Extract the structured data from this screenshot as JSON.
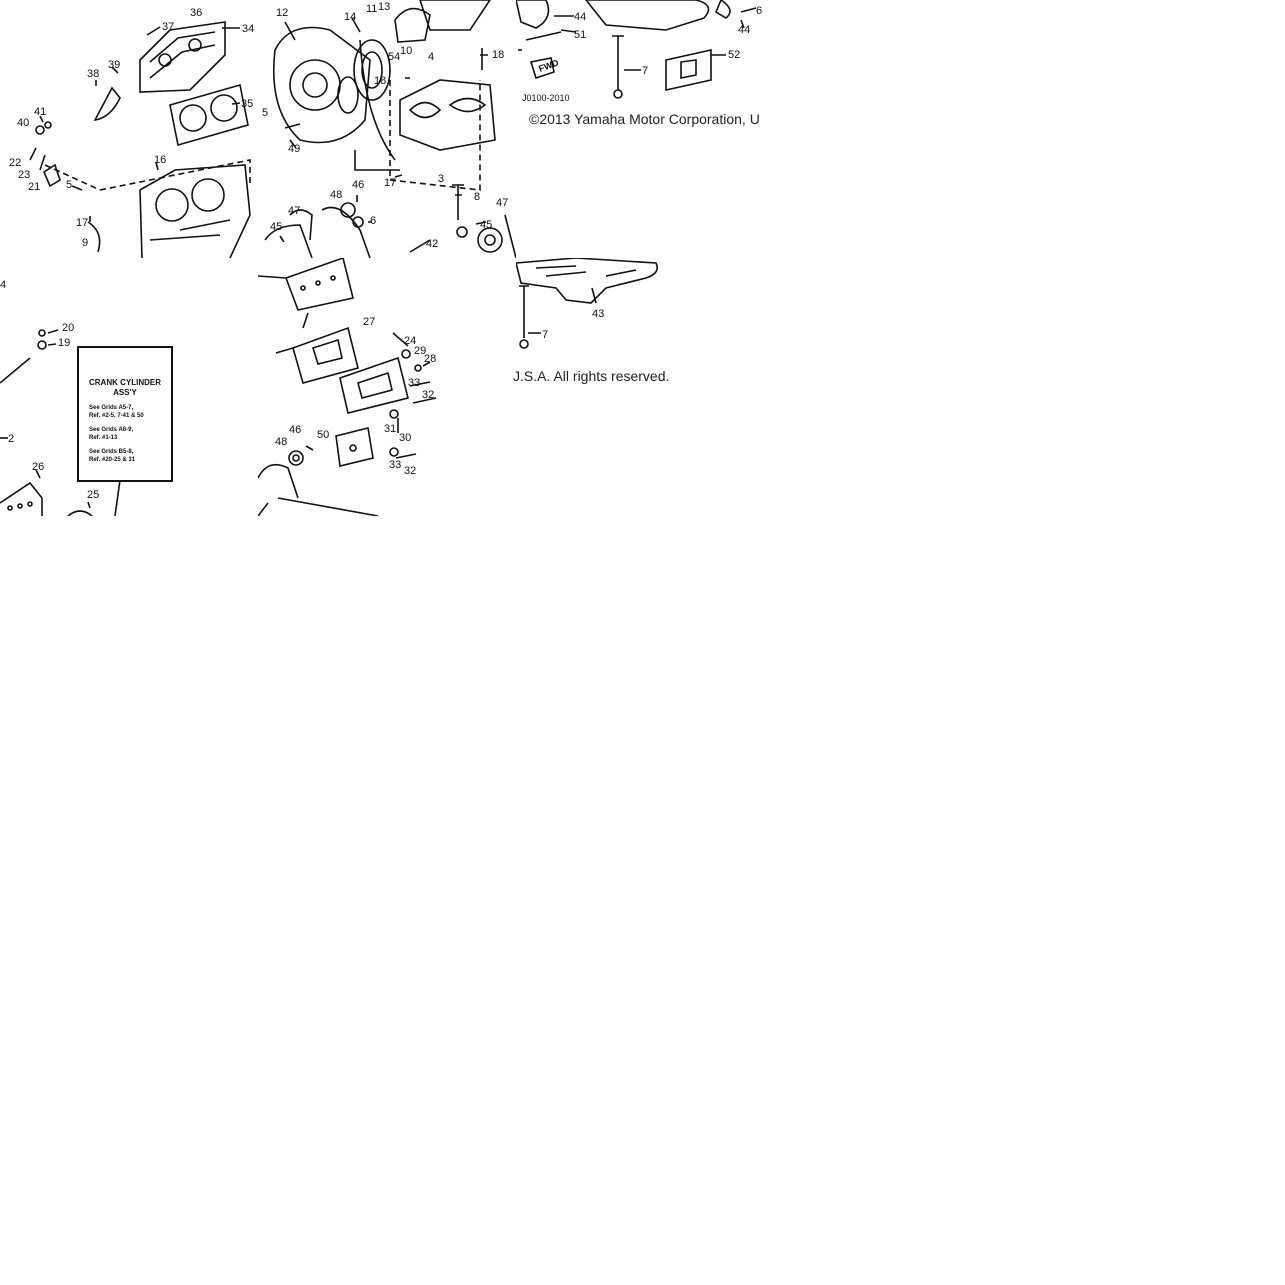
{
  "copyright": {
    "line_1": "©2013 Yamaha Motor Corporation, U",
    "line_2": "J.S.A. All rights reserved."
  },
  "diagram_code": "J0100-2010",
  "fwd_label": "FWD",
  "crank_box": {
    "title": "CRANK CYLINDER ASS'Y",
    "refs": [
      "See Grids A5-7,\n  Ref. #2-5, 7-41 & 50",
      "See Grids A8-9,\n  Ref. #1-13",
      "See Grids B5-8,\n  Ref. #20-25 & 31"
    ]
  },
  "callouts": {
    "tile_a": [
      "36",
      "37",
      "34",
      "39",
      "38",
      "35",
      "41",
      "40",
      "22",
      "23",
      "21",
      "16",
      "5",
      "17",
      "9",
      "12",
      "14",
      "13",
      "11",
      "10",
      "54",
      "4",
      "18",
      "18",
      "49",
      "5",
      "17",
      "3",
      "8",
      "45",
      "47",
      "48",
      "46",
      "6",
      "47",
      "45",
      "42"
    ],
    "tile_b": [
      "44",
      "51",
      "7",
      "52",
      "6",
      "44"
    ],
    "tile_c": [
      "4",
      "20",
      "19",
      "2",
      "26",
      "25"
    ],
    "tile_d": [
      "27",
      "24",
      "29",
      "28",
      "33",
      "32",
      "31",
      "30",
      "50",
      "46",
      "48",
      "33",
      "32"
    ],
    "tile_e": [
      "7",
      "43"
    ]
  }
}
